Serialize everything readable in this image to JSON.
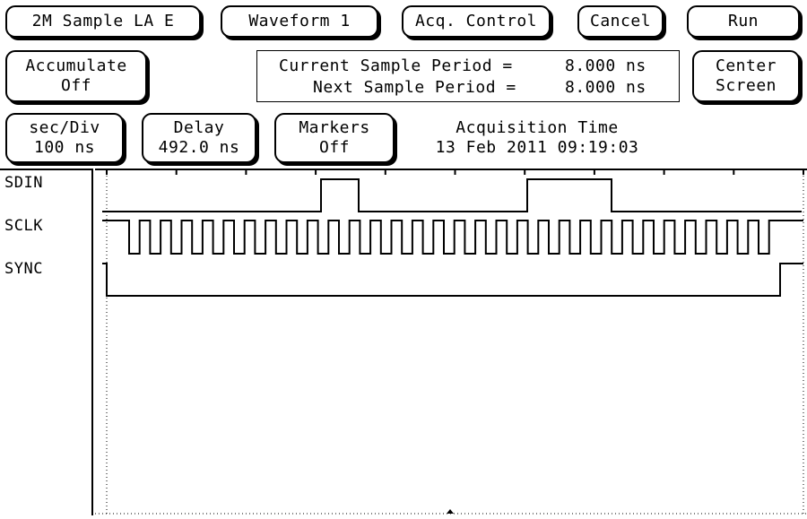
{
  "toolbar": {
    "sample_mode": "2M Sample LA E",
    "waveform": "Waveform 1",
    "acq_control": "Acq. Control",
    "cancel": "Cancel",
    "run": "Run"
  },
  "accumulate": {
    "label": "Accumulate",
    "value": "Off"
  },
  "sample_period": {
    "current_label": "Current Sample Period =",
    "current_value": "8.000 ns",
    "next_label": "Next Sample Period =",
    "next_value": "8.000 ns"
  },
  "center_screen": {
    "line1": "Center",
    "line2": "Screen"
  },
  "sec_div": {
    "label": "sec/Div",
    "value": "100 ns"
  },
  "delay": {
    "label": "Delay",
    "value": "492.0 ns"
  },
  "markers": {
    "label": "Markers",
    "value": "Off"
  },
  "acquisition": {
    "title": "Acquisition Time",
    "timestamp": "13 Feb 2011 09:19:03"
  },
  "signals": [
    "SDIN",
    "SCLK",
    "SYNC"
  ],
  "colors": {
    "background": "#ffffff",
    "foreground": "#000000"
  }
}
